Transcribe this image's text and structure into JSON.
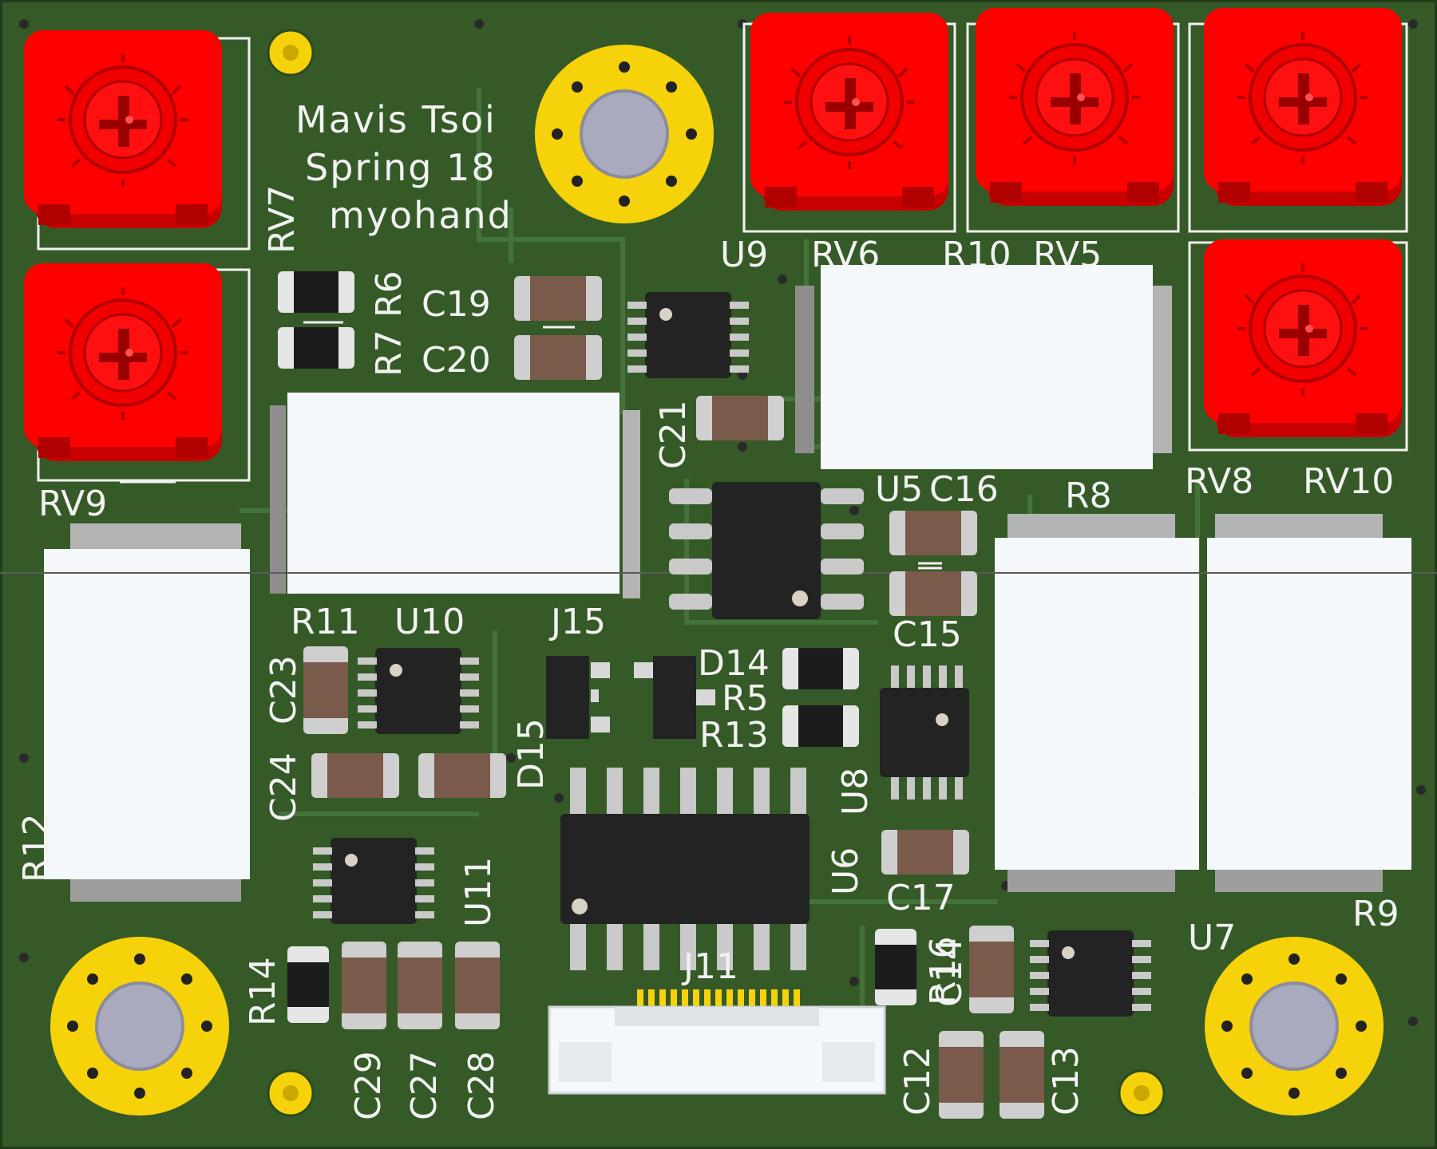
{
  "board": {
    "title_lines": [
      "Mavis Tsoi",
      "Spring 18",
      "myohand"
    ],
    "colors": {
      "pcb": "#355a27",
      "trace": "#3f6a2f",
      "silk": "#f2f2f2",
      "pot": "#ff0000",
      "pot_dark": "#c80000",
      "ic": "#232323",
      "pin": "#c9c9c9",
      "cap_body": "#7a5a4b",
      "pad_gold": "#f5d20a",
      "hole": "#a9aabd",
      "connector": "#f4f8fa"
    }
  },
  "labels": {
    "RV7": "RV7",
    "RV9": "RV9",
    "RV6": "RV6",
    "RV5": "RV5",
    "RV8": "RV8",
    "RV10": "RV10",
    "R6": "R6",
    "R7": "R7",
    "C19": "C19",
    "C20": "C20",
    "U9": "U9",
    "R10": "R10",
    "C21": "C21",
    "U5": "U5",
    "C16": "C16",
    "R8": "R8",
    "C15": "C15",
    "R11": "R11",
    "U10": "U10",
    "J15": "J15",
    "C23": "C23",
    "C24": "C24",
    "D14": "D14",
    "R5": "R5",
    "R13": "R13",
    "D15": "D15",
    "U8": "U8",
    "R12": "R12",
    "U6": "U6",
    "C17": "C17",
    "U11": "U11",
    "U7": "U7",
    "R9": "R9",
    "J11": "J11",
    "R14": "R14",
    "C29": "C29",
    "C27": "C27",
    "C28": "C28",
    "R16": "R16",
    "C14": "C14",
    "C12": "C12",
    "C13": "C13"
  }
}
